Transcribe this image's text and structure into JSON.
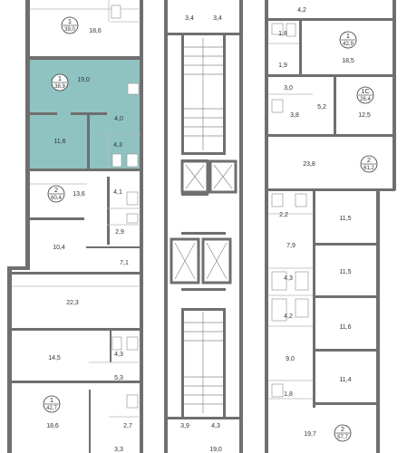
{
  "plan": {
    "highlight_color": "#8fc3c2",
    "wall_color": "#6f6f6f",
    "apartments": [
      {
        "id": "apt-left-top",
        "number": "1",
        "total": "39,0"
      },
      {
        "id": "apt-highlight",
        "number": "1",
        "total": "38,9"
      },
      {
        "id": "apt-left-mid",
        "number": "2",
        "total": "60,4"
      },
      {
        "id": "apt-left-bottom",
        "number": "1",
        "total": "42,7"
      },
      {
        "id": "apt-right-top",
        "number": "1",
        "total": "42,9"
      },
      {
        "id": "apt-right-studio",
        "number": "1С",
        "total": "26,4"
      },
      {
        "id": "apt-right-mid",
        "number": "2",
        "total": "61,2"
      },
      {
        "id": "apt-right-bottom",
        "number": "2",
        "total": "57,7"
      }
    ],
    "rooms": {
      "l_top_living": "18,6",
      "hl_living": "19,0",
      "hl_hall": "4,0",
      "hl_bedroom": "11,6",
      "hl_bath": "4,3",
      "l_room1": "13,6",
      "l_bath1": "4,1",
      "l_wc": "2,9",
      "l_room2": "10,4",
      "l_hall": "7,1",
      "l_living": "22,3",
      "l_room3": "14,5",
      "l_bath2": "4,3",
      "l_hall2": "5,3",
      "l_bottom_living": "18,6",
      "l_bottom_bath": "2,7",
      "l_bottom_extra": "3,3",
      "core_a": "3,4",
      "core_b": "3,4",
      "core_c": "3,9",
      "core_d": "4,3",
      "core_e": "19,0",
      "r_top_hall": "4,2",
      "r_bath1": "1,8",
      "r_living1": "18,5",
      "r_wc1": "1,9",
      "r_hall1": "3,0",
      "r_bath2": "3,8",
      "r_hall2": "5,2",
      "r_studio": "12,5",
      "r_living2": "23,8",
      "r_bath3": "2,2",
      "r_room1": "11,5",
      "r_hall3": "7,9",
      "r_room2": "11,5",
      "r_bath4": "4,3",
      "r_bath5": "4,2",
      "r_room3": "11,6",
      "r_hall4": "9,0",
      "r_room4": "11,4",
      "r_wc2": "1,8",
      "r_living3": "19,7"
    }
  }
}
